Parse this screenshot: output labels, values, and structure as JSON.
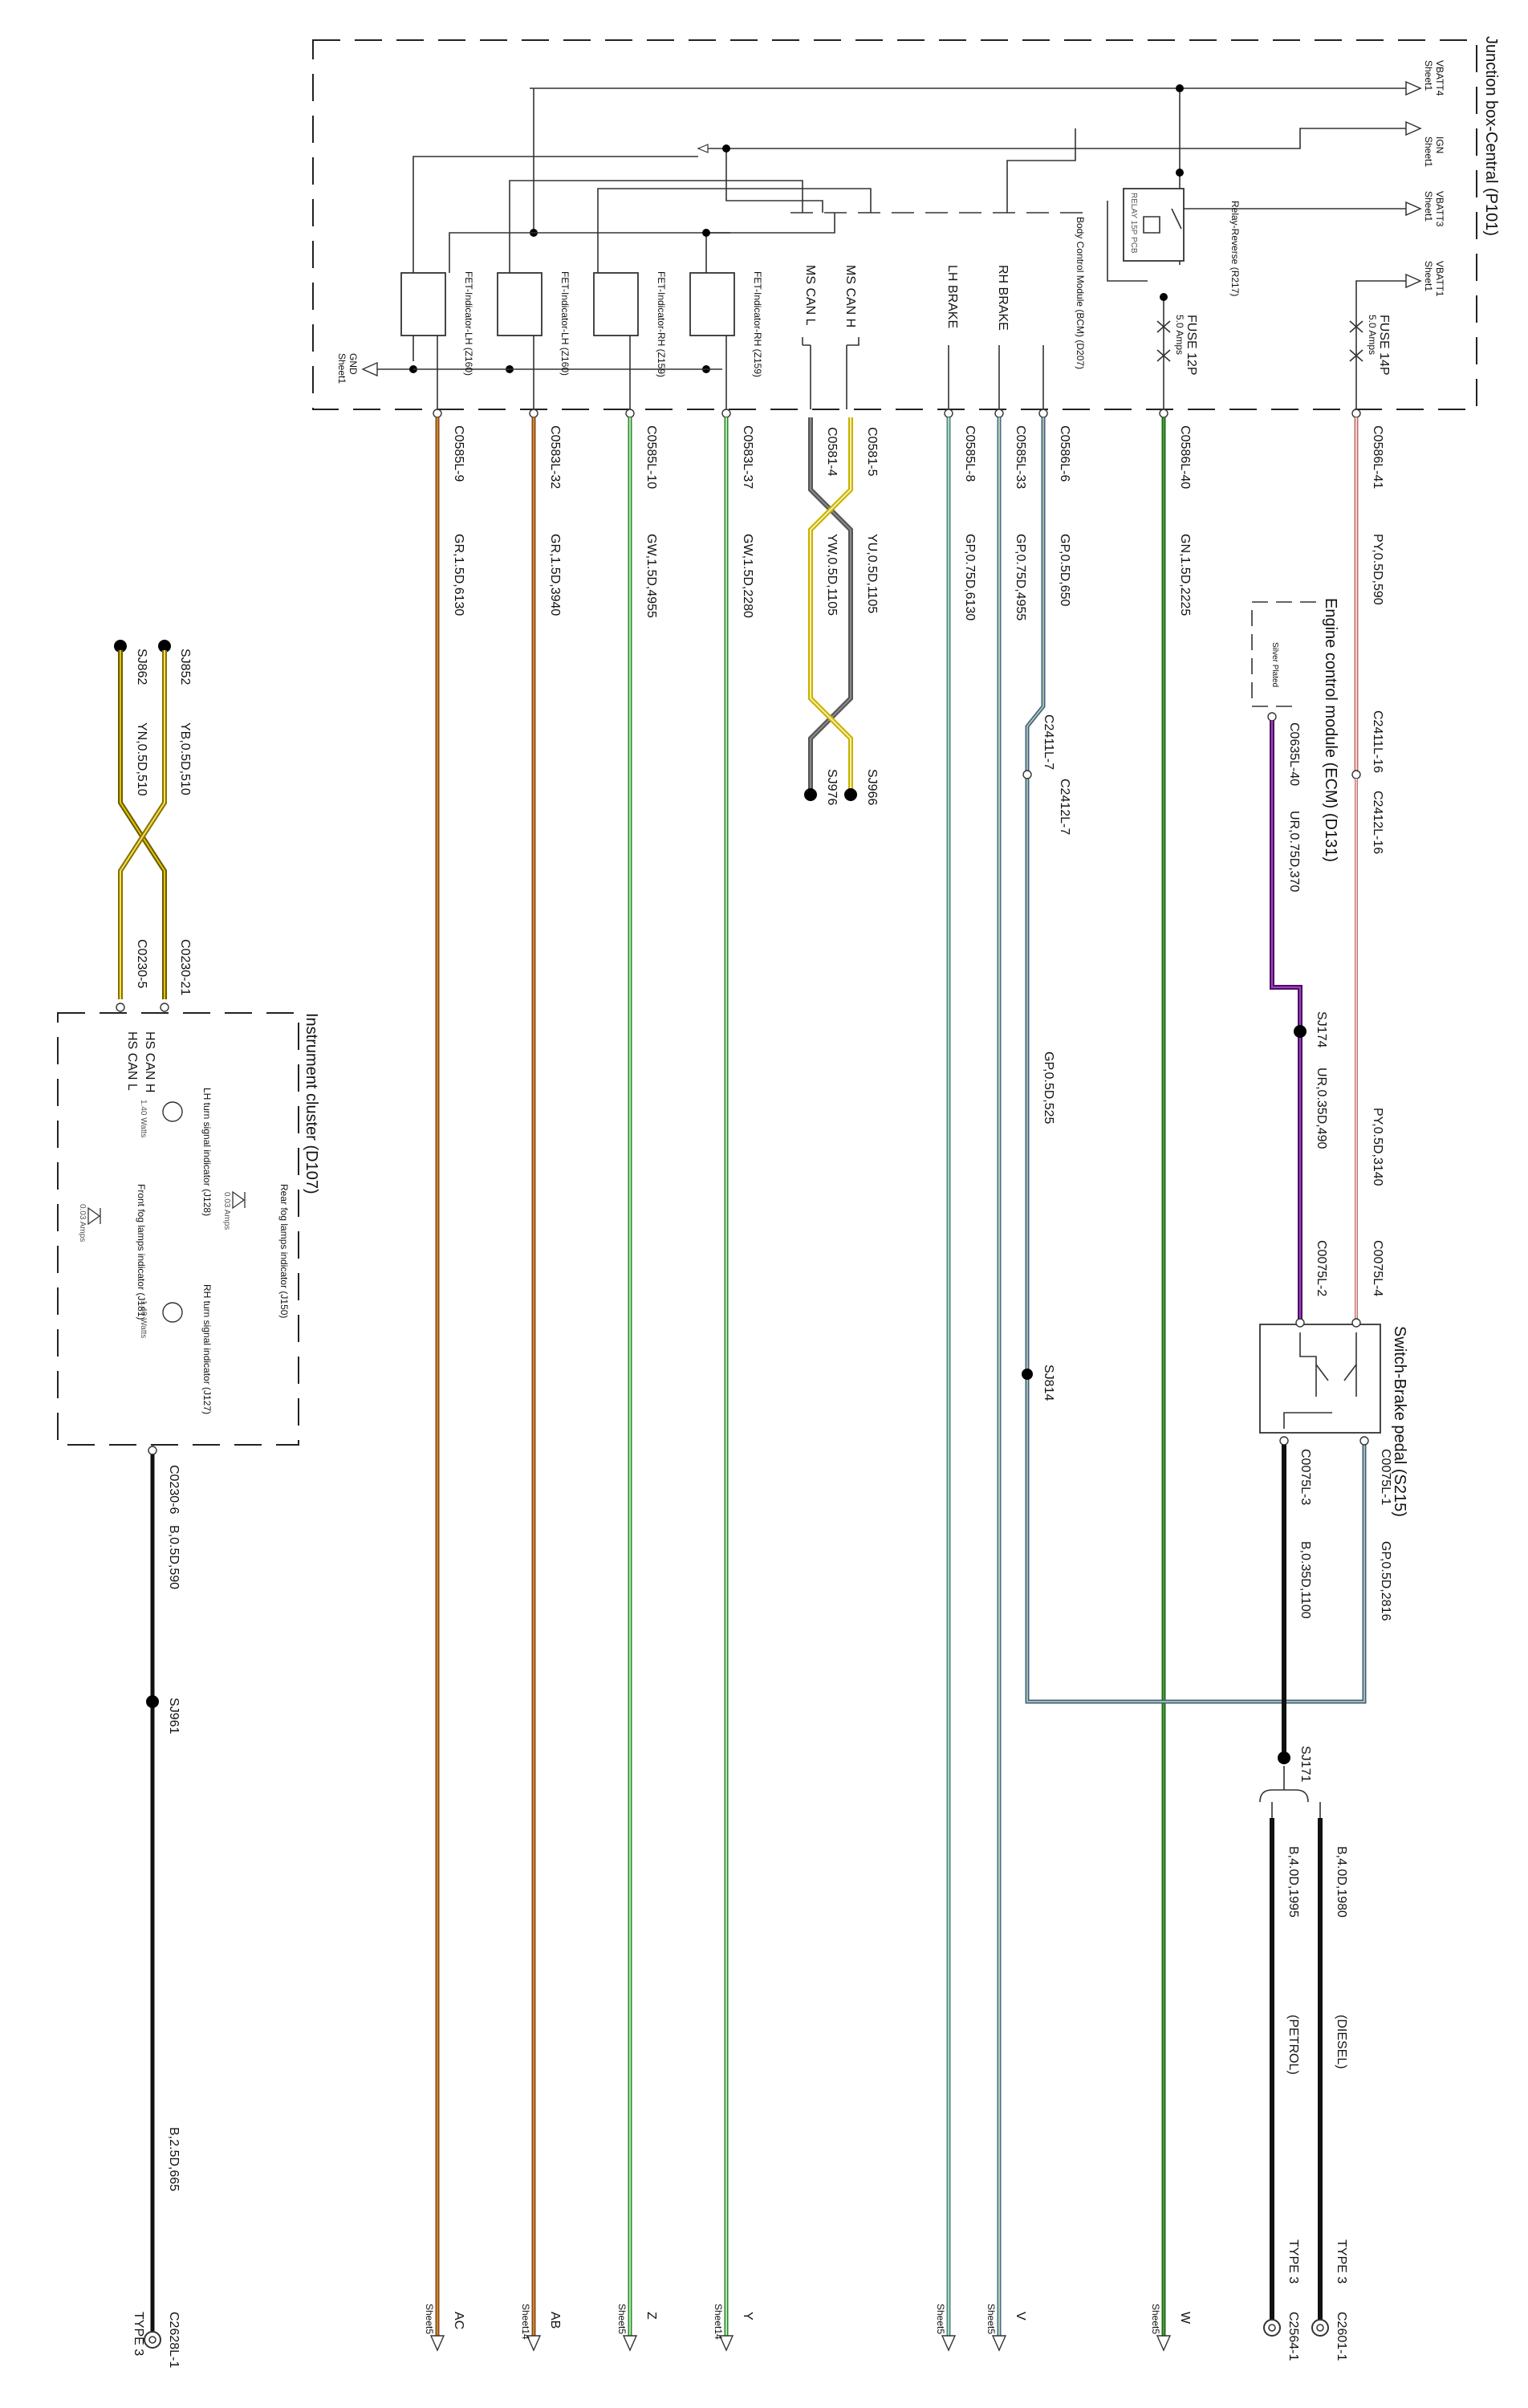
{
  "junction_box": {
    "title": "Junction box-Central (P101)",
    "feeds": [
      {
        "name": "VBATT4",
        "sheet": "Sheet1"
      },
      {
        "name": "IGN",
        "sheet": "Sheet1"
      },
      {
        "name": "VBATT3",
        "sheet": "Sheet1"
      },
      {
        "name": "VBATT1",
        "sheet": "Sheet1"
      }
    ],
    "gnd": {
      "name": "GND",
      "sheet": "Sheet1"
    },
    "fets": [
      {
        "name": "FET-Indicator-LH (Z160)"
      },
      {
        "name": "FET-Indicator-LH (Z160)"
      },
      {
        "name": "FET-Indicator-RH (Z159)"
      },
      {
        "name": "FET-Indicator-RH (Z159)"
      }
    ],
    "bcm": "Body Control Module (BCM) (D207)",
    "ms_can_l": "MS CAN L",
    "ms_can_h": "MS CAN H",
    "lh_brake": "LH BRAKE",
    "rh_brake": "RH BRAKE",
    "relay_name": "Relay-Reverse (R217)",
    "relay_pcb": "RELAY 15P PCB",
    "fuse12": {
      "name": "FUSE 12P",
      "rating": "5.0 Amps"
    },
    "fuse14": {
      "name": "FUSE 14P",
      "rating": "5.0 Amps"
    }
  },
  "wires": [
    {
      "connector": "C0585L-9",
      "spec": "GR,1.5D,6130",
      "dest": "AC",
      "sheet": "Sheet5"
    },
    {
      "connector": "C0583L-32",
      "spec": "GR,1.5D,3940",
      "dest": "AB",
      "sheet": "Sheet14"
    },
    {
      "connector": "C0585L-10",
      "spec": "GW,1.5D,4955",
      "dest": "Z",
      "sheet": "Sheet5"
    },
    {
      "connector": "C0583L-37",
      "spec": "GW,1.5D,2280",
      "dest": "Y",
      "sheet": "Sheet14"
    },
    {
      "connector": "C0585L-8",
      "spec": "GP,0.75D,6130",
      "dest": "",
      "sheet": "Sheet5"
    },
    {
      "connector": "C0585L-33",
      "spec": "GP,0.75D,4955",
      "dest": "V",
      "sheet": "Sheet5"
    },
    {
      "connector": "C0586L-6",
      "spec": "GP,0.5D,650",
      "dest": "",
      "sheet": ""
    },
    {
      "connector": "C0586L-40",
      "spec": "GN,1.5D,2225",
      "dest": "W",
      "sheet": "Sheet5"
    },
    {
      "connector": "C0586L-41",
      "spec": "PY,0.5D,590",
      "dest": "",
      "sheet": ""
    }
  ],
  "can_pair_ms": {
    "c1": "C0581-4",
    "c2": "C0581-5",
    "w1": "YW,0.5D,1105",
    "w2": "YU,0.5D,1105",
    "sj1": "SJ976",
    "sj2": "SJ966"
  },
  "can_pair_hs": {
    "sj1": "SJ852",
    "sj2": "SJ862",
    "w1": "YB,0.5D,510",
    "w2": "YN,0.5D,510",
    "c1": "C0230-21",
    "c2": "C0230-5"
  },
  "ecm": {
    "title": "Engine control module (ECM) (D131)",
    "plated": "Silver Plated",
    "connector": "C0635L-40",
    "wire1": "UR,0.75D,370",
    "sj": "SJ174",
    "wire2": "UR,0.35D,490"
  },
  "inline": {
    "c1": "C2411L-16",
    "c2": "C2412L-16",
    "c3": "C2411L-7",
    "c4": "C2412L-7",
    "gp_wire": "GP,0.5D,525",
    "py_wire": "PY,0.5D,3140",
    "sj814": "SJ814"
  },
  "brake_switch": {
    "title": "Switch-Brake pedal (S215)",
    "c_l2": "C0075L-2",
    "c_l4": "C0075L-4",
    "c_l1": "C0075L-1",
    "c_l3": "C0075L-3",
    "w_out1": "GP,0.5D,2816",
    "w_out2": "B,0.35D,1100",
    "sj171": "SJ171",
    "diesel_wire": "B,4.0D,1980",
    "diesel_label": "(DIESEL)",
    "diesel_type": "TYPE 3",
    "diesel_conn": "C2601-1",
    "petrol_wire": "B,4.0D,1995",
    "petrol_label": "(PETROL)",
    "petrol_type": "TYPE 3",
    "petrol_conn": "C2564-1"
  },
  "cluster": {
    "title": "Instrument cluster (D107)",
    "hs_can_h": "HS CAN H",
    "hs_can_l": "HS CAN L",
    "lh_turn": "LH turn signal indicator (J128)",
    "lh_watts": "1.40 Watts",
    "rear_fog": "Rear fog lamps indicator (J150)",
    "rear_amps": "0.03 Amps",
    "front_fog": "Front fog lamps indicator (J181)",
    "front_amps": "0.03 Amps",
    "rh_turn": "RH turn signal indicator (J127)",
    "rh_watts": "1.40 Watts",
    "out_conn": "C0230-6",
    "out_wire": "B,0.5D,590",
    "sj": "SJ961",
    "gnd_wire": "B,2.5D,665",
    "gnd_conn": "C2628L-1",
    "gnd_type": "TYPE 3"
  }
}
